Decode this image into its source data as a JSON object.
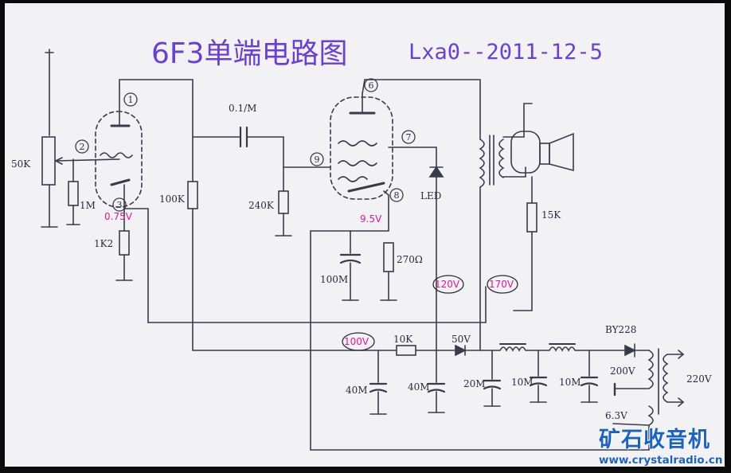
{
  "title": "6F3单端电路图",
  "subtitle": "Lxa0--2011-12-5",
  "pin_labels": [
    "1",
    "2",
    "3",
    "6",
    "7",
    "8",
    "9"
  ],
  "component_labels": {
    "volume_pot": "50K",
    "grid_resistor": "1M",
    "cathode_resistor_1": "1K2",
    "plate_resistor_1": "100K",
    "coupling_cap": "0.1/M",
    "grid_resistor_2": "240K",
    "led": "LED",
    "cathode_resistor_2": "270Ω",
    "cathode_cap_2": "100M",
    "speaker_resistor": "15K",
    "filter_resistor": "10K",
    "zener": "50V",
    "filter_cap_1": "40M",
    "filter_cap_2": "40M",
    "filter_cap_3": "20M",
    "filter_cap_4": "10M",
    "filter_cap_5": "10M",
    "rectifier": "BY228",
    "hv_winding": "200V",
    "heater_winding": "6.3V",
    "mains": "220V"
  },
  "voltages": {
    "v1_cathode": "0.75V",
    "v2_cathode": "9.5V",
    "screen": "120V",
    "plate": "170V",
    "supply": "100V"
  },
  "watermark": {
    "brand": "矿石收音机",
    "url": "www.crystalradio.cn"
  }
}
